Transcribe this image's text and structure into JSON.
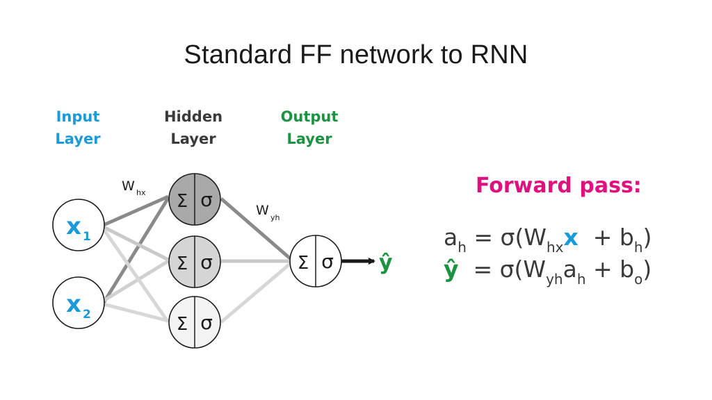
{
  "title": "Standard FF network to RNN",
  "colors": {
    "input": "#1a9ad8",
    "hidden_label": "#3a3a3a",
    "output": "#1c9342",
    "forward_pass": "#e0117e"
  },
  "layers": {
    "input": {
      "line1": "Input",
      "line2": "Layer"
    },
    "hidden": {
      "line1": "Hidden",
      "line2": "Layer"
    },
    "output": {
      "line1": "Output",
      "line2": "Layer"
    }
  },
  "nodes": {
    "inputs": [
      {
        "main": "x",
        "sub": "1"
      },
      {
        "main": "x",
        "sub": "2"
      }
    ],
    "hidden": [
      {
        "sum": "Σ",
        "act": "σ"
      },
      {
        "sum": "Σ",
        "act": "σ"
      },
      {
        "sum": "Σ",
        "act": "σ"
      }
    ],
    "output": {
      "sum": "Σ",
      "act": "σ"
    },
    "prediction": "ŷ"
  },
  "weights": {
    "hx": {
      "main": "W",
      "sub": "hx"
    },
    "yh": {
      "main": "W",
      "sub": "yh"
    }
  },
  "forward_pass": {
    "title": "Forward pass:",
    "eq1": {
      "lhs": "a",
      "lhs_sub": "h",
      "eq": " = σ(W",
      "w_sub": "hx",
      "x": "x",
      "plus": "  + b",
      "b_sub": "h",
      "close": ")"
    },
    "eq2": {
      "lhs": "ŷ",
      "eq": "  = σ(W",
      "w_sub": "yh",
      "a": "a",
      "a_sub": "h",
      "plus": " + b",
      "b_sub": "o",
      "close": ")"
    }
  }
}
